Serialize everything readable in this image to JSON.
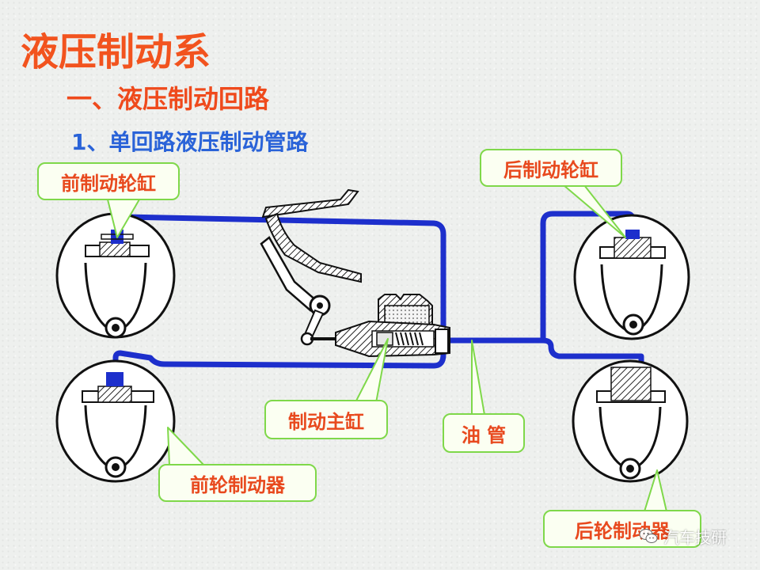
{
  "slide": {
    "title": "液压制动系",
    "section": "一、液压制动回路",
    "subsection": "1、单回路液压制动管路"
  },
  "labels": {
    "front_wheel_cylinder": "前制动轮缸",
    "rear_wheel_cylinder": "后制动轮缸",
    "master_cylinder": "制动主缸",
    "oil_pipe": "油 管",
    "front_brake": "前轮制动器",
    "rear_brake": "后轮制动器"
  },
  "watermark": {
    "text": "汽车技研",
    "icon": "wechat-icon"
  },
  "colors": {
    "title": "#f2531e",
    "section": "#ef4a1c",
    "subsection": "#2a63d8",
    "label_text": "#e8491e",
    "callout_border": "#7fd84a",
    "pipe": "#1d2fcc"
  }
}
